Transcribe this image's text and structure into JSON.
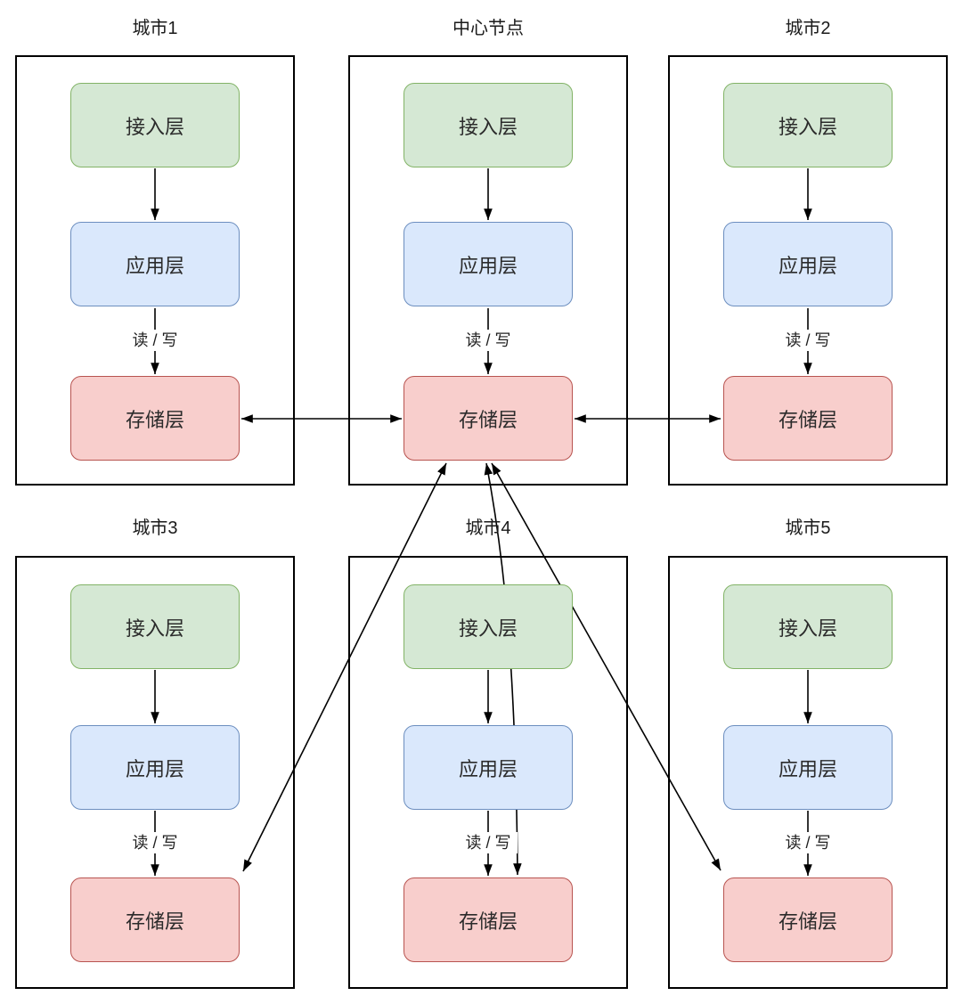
{
  "diagram": {
    "type": "architecture-topology-diagram",
    "groups": [
      {
        "id": "city1",
        "title": "城市1",
        "access_label": "接入层",
        "app_label": "应用层",
        "storage_label": "存储层",
        "rw_label": "读 / 写"
      },
      {
        "id": "center",
        "title": "中心节点",
        "access_label": "接入层",
        "app_label": "应用层",
        "storage_label": "存储层",
        "rw_label": "读 / 写"
      },
      {
        "id": "city2",
        "title": "城市2",
        "access_label": "接入层",
        "app_label": "应用层",
        "storage_label": "存储层",
        "rw_label": "读 / 写"
      },
      {
        "id": "city3",
        "title": "城市3",
        "access_label": "接入层",
        "app_label": "应用层",
        "storage_label": "存储层",
        "rw_label": "读 / 写"
      },
      {
        "id": "city4",
        "title": "城市4",
        "access_label": "接入层",
        "app_label": "应用层",
        "storage_label": "存储层",
        "rw_label": "读 / 写"
      },
      {
        "id": "city5",
        "title": "城市5",
        "access_label": "接入层",
        "app_label": "应用层",
        "storage_label": "存储层",
        "rw_label": "读 / 写"
      }
    ],
    "edges": [
      {
        "scope": "every-group",
        "from": "接入层",
        "to": "应用层",
        "type": "directed"
      },
      {
        "scope": "every-group",
        "from": "应用层",
        "to": "存储层",
        "type": "directed",
        "label": "读 / 写"
      },
      {
        "from": "中心节点.存储层",
        "to": "城市1.存储层",
        "type": "bidirectional"
      },
      {
        "from": "中心节点.存储层",
        "to": "城市2.存储层",
        "type": "bidirectional"
      },
      {
        "from": "中心节点.存储层",
        "to": "城市3.存储层",
        "type": "bidirectional"
      },
      {
        "from": "中心节点.存储层",
        "to": "城市4.存储层",
        "type": "bidirectional",
        "note": "passes behind 城市4 接入层/应用层 boxes"
      },
      {
        "from": "中心节点.存储层",
        "to": "城市5.存储层",
        "type": "bidirectional"
      }
    ],
    "colors": {
      "background": "#ffffff",
      "frame_border": "#000000",
      "edge_line": "#000000",
      "access_fill": "#d5e8d4",
      "access_border": "#82b366",
      "app_fill": "#dae8fc",
      "app_border": "#6c8ebf",
      "storage_fill": "#f8cecc",
      "storage_border": "#b85450",
      "text": "#1a1a1a"
    }
  }
}
